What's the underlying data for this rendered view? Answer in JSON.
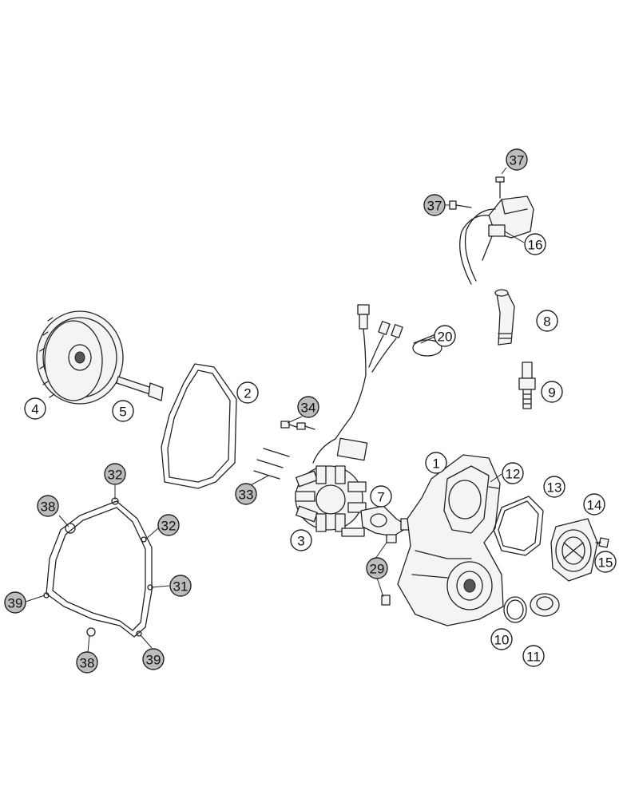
{
  "callouts": [
    {
      "id": "c37a",
      "label": "37",
      "style": "gray"
    },
    {
      "id": "c37b",
      "label": "37",
      "style": "gray"
    },
    {
      "id": "c16",
      "label": "16",
      "style": "plain"
    },
    {
      "id": "c8",
      "label": "8",
      "style": "plain"
    },
    {
      "id": "c20",
      "label": "20",
      "style": "plain"
    },
    {
      "id": "c9",
      "label": "9",
      "style": "plain"
    },
    {
      "id": "c4",
      "label": "4",
      "style": "plain"
    },
    {
      "id": "c5",
      "label": "5",
      "style": "plain"
    },
    {
      "id": "c2",
      "label": "2",
      "style": "plain"
    },
    {
      "id": "c34",
      "label": "34",
      "style": "gray"
    },
    {
      "id": "c1",
      "label": "1",
      "style": "plain"
    },
    {
      "id": "c12",
      "label": "12",
      "style": "plain"
    },
    {
      "id": "c13",
      "label": "13",
      "style": "plain"
    },
    {
      "id": "c14",
      "label": "14",
      "style": "plain"
    },
    {
      "id": "c15",
      "label": "15",
      "style": "plain"
    },
    {
      "id": "c33",
      "label": "33",
      "style": "gray"
    },
    {
      "id": "c7",
      "label": "7",
      "style": "plain"
    },
    {
      "id": "c3",
      "label": "3",
      "style": "plain"
    },
    {
      "id": "c29",
      "label": "29",
      "style": "gray"
    },
    {
      "id": "c32a",
      "label": "32",
      "style": "gray"
    },
    {
      "id": "c38a",
      "label": "38",
      "style": "gray"
    },
    {
      "id": "c32b",
      "label": "32",
      "style": "gray"
    },
    {
      "id": "c31",
      "label": "31",
      "style": "gray"
    },
    {
      "id": "c39a",
      "label": "39",
      "style": "gray"
    },
    {
      "id": "c38b",
      "label": "38",
      "style": "gray"
    },
    {
      "id": "c39b",
      "label": "39",
      "style": "gray"
    },
    {
      "id": "c10",
      "label": "10",
      "style": "plain"
    },
    {
      "id": "c11",
      "label": "11",
      "style": "plain"
    }
  ]
}
